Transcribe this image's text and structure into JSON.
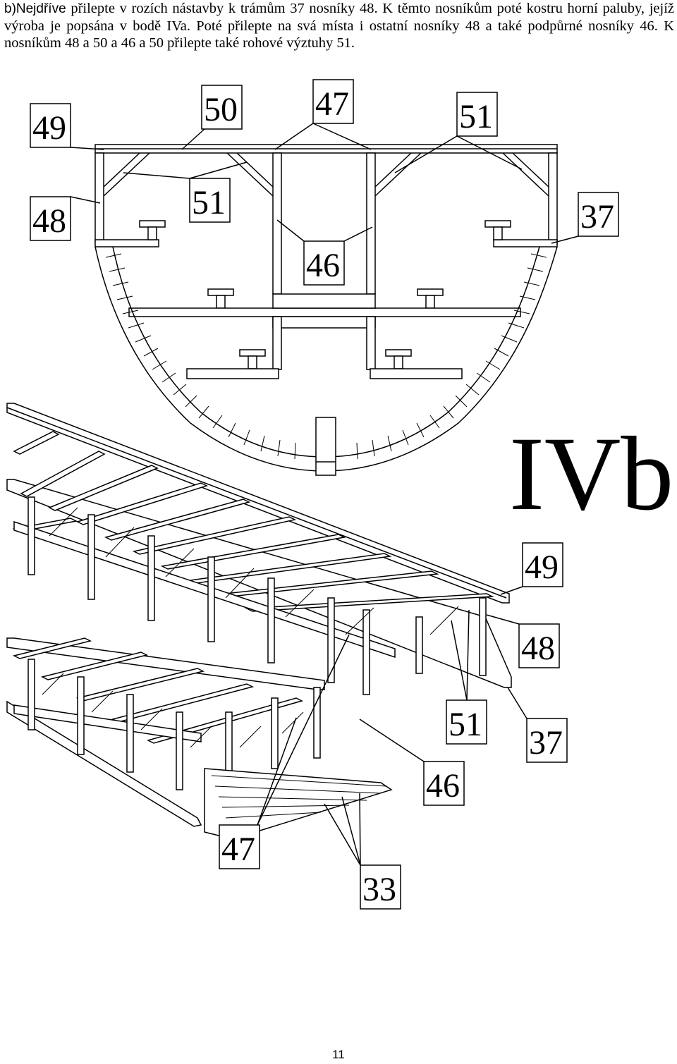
{
  "document": {
    "instructions_prefix": "b)Nejdříve",
    "instructions_body": " přilepte v rozích nástavby k trámům 37 nosníky 48. K těmto nosníkům poté kostru horní paluby, jejíž výroba je popsána v bodě IVa. Poté přilepte na svá místa i ostatní nosníky 48 a také podpůrné nosníky 46. K nosníkům 48 a 50 a 46 a 50 přilepte také rohové výztuhy 51.",
    "section_title": "IVb",
    "page_number": "11"
  },
  "labels": {
    "top": {
      "l49": "49",
      "l50": "50",
      "l47": "47",
      "l51a": "51",
      "l48": "48",
      "l51b": "51",
      "l37": "37",
      "l46": "46"
    },
    "bottom": {
      "l49": "49",
      "l48": "48",
      "l51": "51",
      "l37": "37",
      "l46": "46",
      "l47": "47",
      "l33": "33"
    }
  }
}
